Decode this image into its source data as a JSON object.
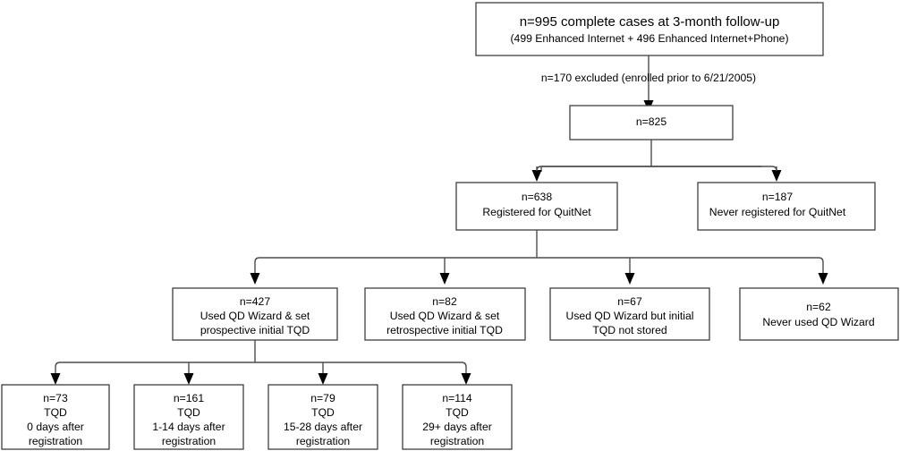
{
  "diagram": {
    "type": "flowchart",
    "title": "CONSORT-style participant flow diagram",
    "colors": {
      "box_stroke": "#4d4d4d",
      "box_fill": "#ffffff",
      "text": "#000000",
      "arrow": "#000000",
      "background": "#ffffff"
    },
    "nodes": [
      {
        "id": "root",
        "lines": [
          "n=995 complete cases at 3-month follow-up",
          "(499 Enhanced Internet + 496 Enhanced Internet+Phone)"
        ]
      },
      {
        "id": "n825",
        "lines": [
          "n=825"
        ]
      },
      {
        "id": "n638",
        "lines": [
          "n=638",
          "Registered for QuitNet"
        ]
      },
      {
        "id": "n187",
        "lines": [
          "n=187",
          "Never registered for QuitNet"
        ]
      },
      {
        "id": "n427",
        "lines": [
          "n=427",
          "Used QD Wizard & set",
          "prospective initial TQD"
        ]
      },
      {
        "id": "n82",
        "lines": [
          "n=82",
          "Used QD Wizard & set",
          "retrospective initial TQD"
        ]
      },
      {
        "id": "n67",
        "lines": [
          "n=67",
          "Used QD Wizard but initial",
          "TQD not stored"
        ]
      },
      {
        "id": "n62",
        "lines": [
          "n=62",
          "Never used QD Wizard"
        ]
      },
      {
        "id": "n73",
        "lines": [
          "n=73",
          "TQD",
          "0 days after",
          "registration"
        ]
      },
      {
        "id": "n161",
        "lines": [
          "n=161",
          "TQD",
          "1-14 days after",
          "registration"
        ]
      },
      {
        "id": "n79",
        "lines": [
          "n=79",
          "TQD",
          "15-28 days after",
          "registration"
        ]
      },
      {
        "id": "n114",
        "lines": [
          "n=114",
          "TQD",
          "29+ days after",
          "registration"
        ]
      }
    ],
    "edge_labels": [
      {
        "id": "excluded-label",
        "text": "n=170 excluded (enrolled prior to 6/21/2005)"
      }
    ]
  }
}
